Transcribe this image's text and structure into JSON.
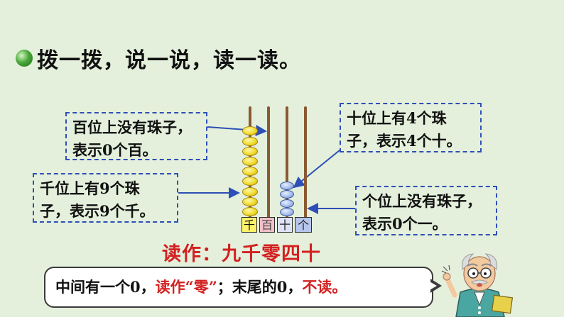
{
  "title": "拨一拨，说一说，读一读。",
  "notes": {
    "hundreds": {
      "line1": "百位上没有珠子，",
      "line2": "表示0个百。"
    },
    "tens": {
      "line1": "十位上有4个珠",
      "line2": "子，表示4个十。"
    },
    "thousands": {
      "line1": "千位上有9个珠",
      "line2": "子，表示9个千。"
    },
    "ones": {
      "line1": "个位上没有珠子，",
      "line2": "表示0个一。"
    }
  },
  "abacus": {
    "place_labels": [
      "千",
      "百",
      "十",
      "个"
    ],
    "beads": {
      "thousands": 9,
      "hundreds": 0,
      "tens": 4,
      "ones": 0
    },
    "colors": {
      "thousands": "#f0dc2e",
      "tens": "#9fb8ea",
      "rod": "#8a5a33"
    }
  },
  "reading": {
    "label": "读作：",
    "value": "九千零四十"
  },
  "bubble": {
    "part1": "中间有一个0，",
    "part2": "读作“零”",
    "part3": "；末尾的0，",
    "part4": "不读。"
  },
  "colors": {
    "accent": "#d32020",
    "note_border": "#2e4fb5",
    "arrow": "#2e4fb5"
  }
}
